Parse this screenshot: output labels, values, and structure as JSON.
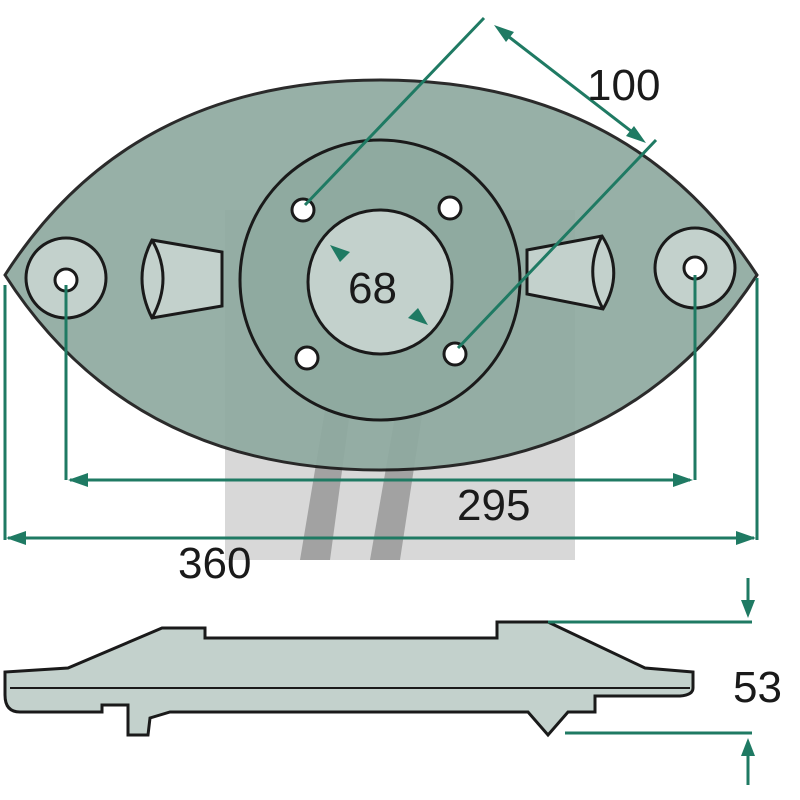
{
  "drawing": {
    "dimensions": {
      "overall_width": "360",
      "hole_spacing": "295",
      "bolt_circle": "100",
      "center_bore": "68",
      "thickness": "53"
    }
  }
}
